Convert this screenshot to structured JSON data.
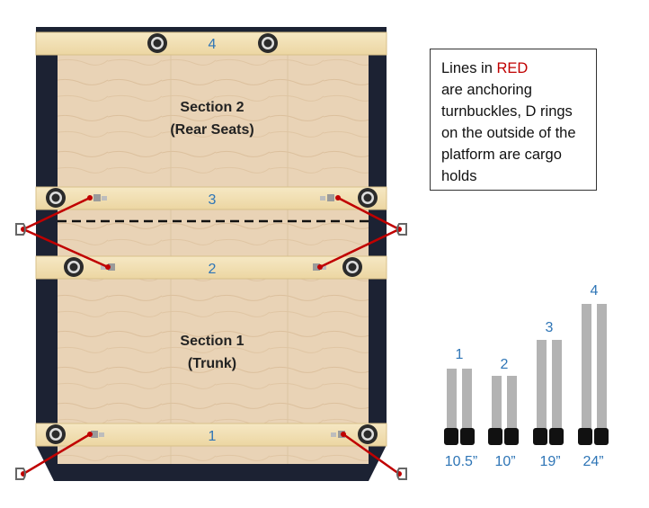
{
  "note": {
    "line1_prefix": "Lines in ",
    "line1_red": "RED",
    "rest": "are anchoring turnbuckles, D rings on the outside of the platform are cargo holds"
  },
  "sections": [
    {
      "title": "Section 2",
      "subtitle": "(Rear Seats)"
    },
    {
      "title": "Section 1",
      "subtitle": "(Trunk)"
    }
  ],
  "planks": [
    "4",
    "3",
    "2",
    "1"
  ],
  "legs": [
    {
      "number": "1",
      "height": "10.5”"
    },
    {
      "number": "2",
      "height": "10”"
    },
    {
      "number": "3",
      "height": "19”"
    },
    {
      "number": "4",
      "height": "24”"
    }
  ],
  "colors": {
    "turnbuckle": "#c00000",
    "plank": "#f2dfb0",
    "plywood": "#e8d2b4",
    "carpet": "#1c2233",
    "leg": "#b3b3b3",
    "foot": "#111111",
    "label_blue": "#2e75b6"
  }
}
